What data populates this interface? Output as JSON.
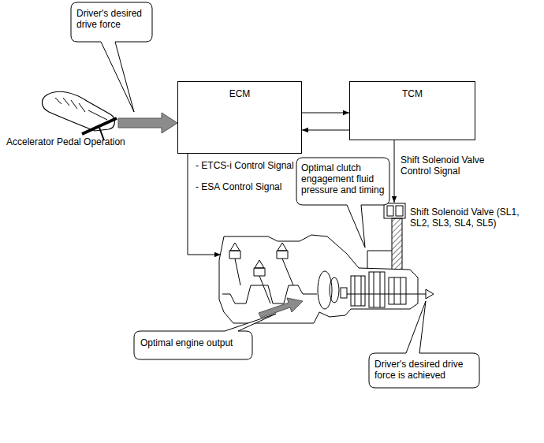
{
  "diagram": {
    "nodes": [
      {
        "text": [
          "Driver's desired drive force"
        ]
      },
      {
        "text": [
          "ECM"
        ]
      },
      {
        "text": [
          "TCM"
        ]
      },
      {
        "text": [
          "Optimal clutch engagement fluid pressure and timing"
        ]
      },
      {
        "text": [
          "Optimal engine output"
        ]
      },
      {
        "text": [
          "Driver's desired drive force is achieved"
        ]
      }
    ],
    "edges": [
      {
        "from": 1,
        "to": 2,
        "arrow": "to"
      },
      {
        "from": 2,
        "to": 1,
        "arrow": "to"
      }
    ],
    "labels": [
      "Accelerator Pedal Operation",
      "- ETCS-i Control Signal",
      "- ESA Control Signal",
      "Shift Solenoid Valve Control Signal",
      "Shift Solenoid Valve (SL1, SL2, SL3, SL4, SL5)"
    ]
  }
}
